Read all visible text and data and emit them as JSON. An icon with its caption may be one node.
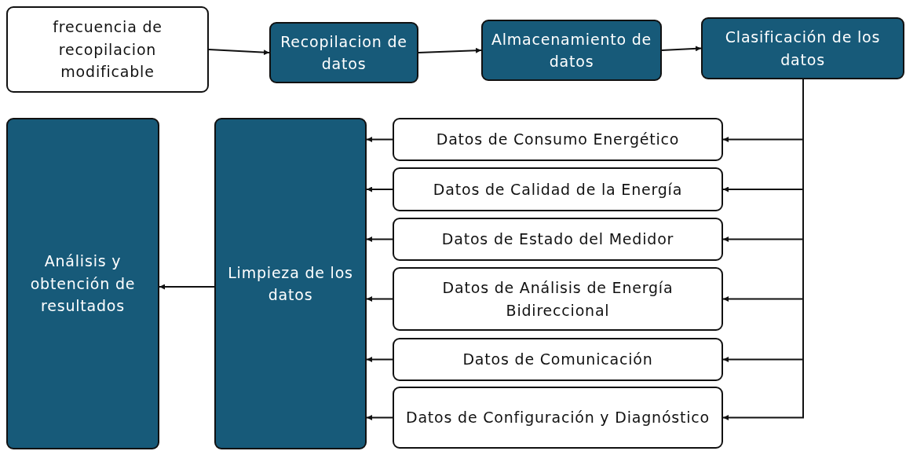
{
  "diagram": {
    "nodes": [
      {
        "text": [
          "frecuencia de recopilacion modificable"
        ]
      },
      {
        "text": [
          "Recopilacion de datos"
        ]
      },
      {
        "text": [
          "Almacenamiento de datos"
        ]
      },
      {
        "text": [
          "Clasificación de los datos"
        ]
      },
      {
        "text": [
          "Análisis y obtención de resultados"
        ]
      },
      {
        "text": [
          "Limpieza de los datos"
        ]
      },
      {
        "text": [
          "Datos de Consumo Energético"
        ]
      },
      {
        "text": [
          "Datos de Calidad de la Energía"
        ]
      },
      {
        "text": [
          "Datos de Estado del Medidor"
        ]
      },
      {
        "text": [
          "Datos de Análisis de Energía Bidireccional"
        ]
      },
      {
        "text": [
          "Datos de Comunicación"
        ]
      },
      {
        "text": [
          "Datos de Configuración y Diagnóstico"
        ]
      }
    ],
    "edges": [
      {
        "from": 0,
        "to": 1,
        "arrow": "to"
      },
      {
        "from": 1,
        "to": 2,
        "arrow": "to"
      },
      {
        "from": 2,
        "to": 3,
        "arrow": "to"
      },
      {
        "from": 3,
        "to": 6,
        "arrow": "to"
      },
      {
        "from": 3,
        "to": 7,
        "arrow": "to"
      },
      {
        "from": 3,
        "to": 8,
        "arrow": "to"
      },
      {
        "from": 3,
        "to": 9,
        "arrow": "to"
      },
      {
        "from": 3,
        "to": 10,
        "arrow": "to"
      },
      {
        "from": 3,
        "to": 11,
        "arrow": "to"
      },
      {
        "from": 6,
        "to": 5,
        "arrow": "to"
      },
      {
        "from": 7,
        "to": 5,
        "arrow": "to"
      },
      {
        "from": 8,
        "to": 5,
        "arrow": "to"
      },
      {
        "from": 9,
        "to": 5,
        "arrow": "to"
      },
      {
        "from": 10,
        "to": 5,
        "arrow": "to"
      },
      {
        "from": 11,
        "to": 5,
        "arrow": "to"
      },
      {
        "from": 5,
        "to": 4,
        "arrow": "to"
      }
    ]
  }
}
